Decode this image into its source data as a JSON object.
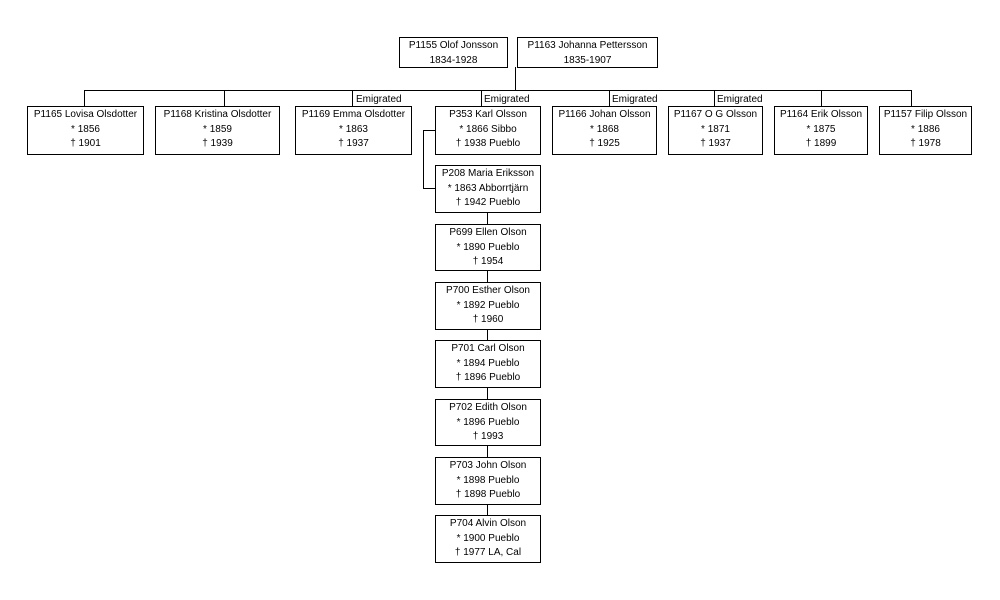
{
  "parents": {
    "father": {
      "name": "P1155 Olof Jonsson",
      "dates": "1834-1928"
    },
    "mother": {
      "name": "P1163 Johanna Pettersson",
      "dates": "1835-1907"
    }
  },
  "emigrated_label": "Emigrated",
  "children": [
    {
      "name": "P1165 Lovisa Olsdotter",
      "born": "* 1856",
      "died": "† 1901"
    },
    {
      "name": "P1168 Kristina Olsdotter",
      "born": "* 1859",
      "died": "† 1939"
    },
    {
      "name": "P1169 Emma Olsdotter",
      "born": "* 1863",
      "died": "† 1937"
    },
    {
      "name": "P353 Karl Olsson",
      "born": "* 1866 Sibbo",
      "died": "† 1938 Pueblo"
    },
    {
      "name": "P1166 Johan Olsson",
      "born": "* 1868",
      "died": "† 1925"
    },
    {
      "name": "P1167 O G Olsson",
      "born": "* 1871",
      "died": "† 1937"
    },
    {
      "name": "P1164 Erik Olsson",
      "born": "* 1875",
      "died": "† 1899"
    },
    {
      "name": "P1157 Filip Olsson",
      "born": "* 1886",
      "died": "† 1978"
    }
  ],
  "spouse": {
    "name": "P208 Maria Eriksson",
    "born": "* 1863 Abborrtjärn",
    "died": "† 1942 Pueblo"
  },
  "grandchildren": [
    {
      "name": "P699 Ellen Olson",
      "born": "* 1890 Pueblo",
      "died": "† 1954"
    },
    {
      "name": "P700 Esther Olson",
      "born": "* 1892 Pueblo",
      "died": "† 1960"
    },
    {
      "name": "P701 Carl Olson",
      "born": "* 1894 Pueblo",
      "died": "† 1896 Pueblo"
    },
    {
      "name": "P702 Edith Olson",
      "born": "* 1896 Pueblo",
      "died": "† 1993"
    },
    {
      "name": "P703 John Olson",
      "born": "* 1898 Pueblo",
      "died": "† 1898 Pueblo"
    },
    {
      "name": "P704 Alvin Olson",
      "born": "* 1900 Pueblo",
      "died": "† 1977 LA, Cal"
    }
  ]
}
